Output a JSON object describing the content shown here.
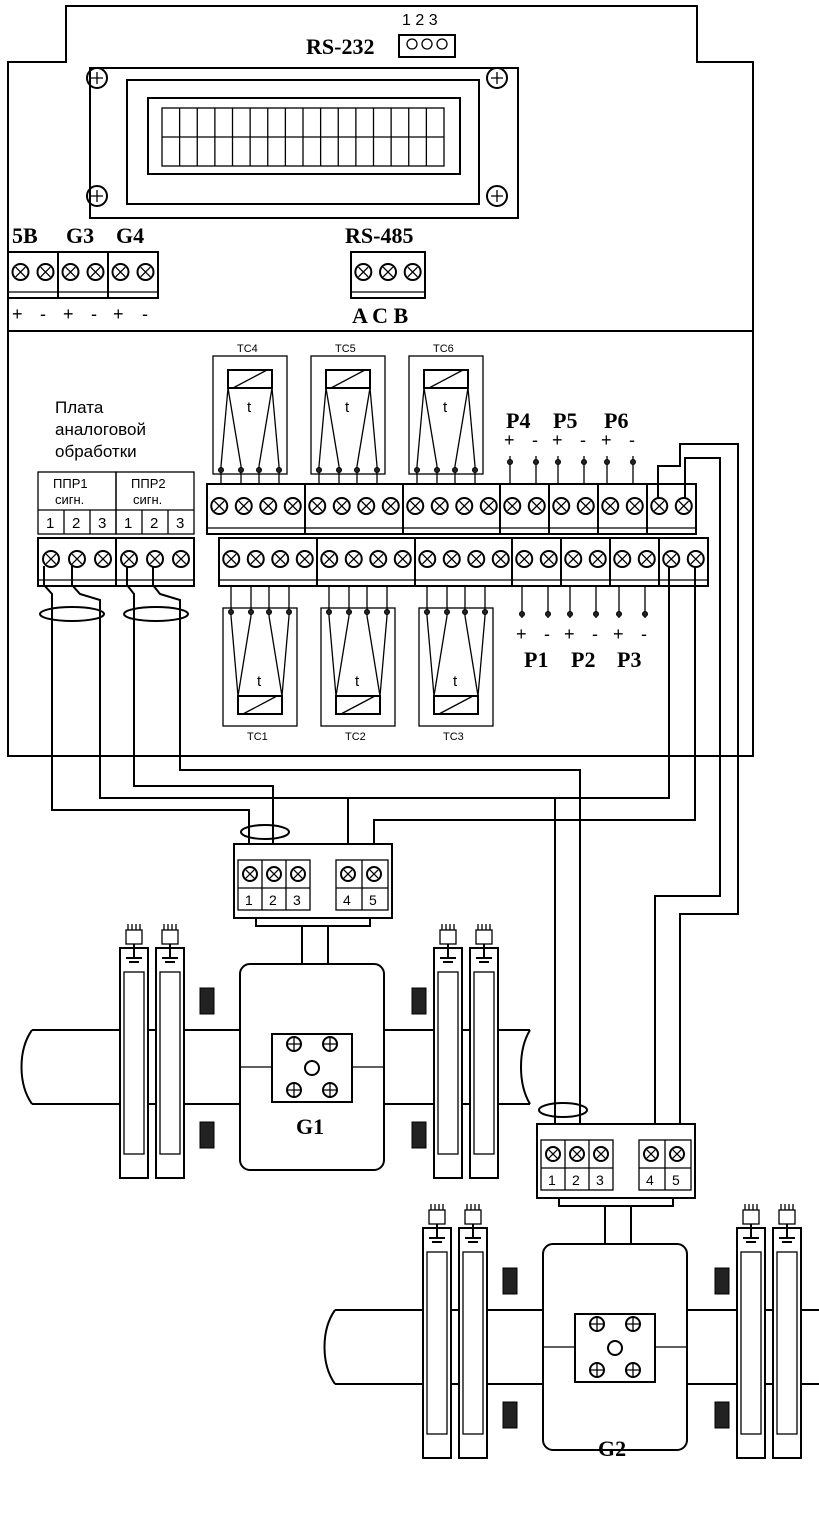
{
  "rs232": {
    "label": "RS-232",
    "pins": "1 2 3"
  },
  "power": {
    "labels": [
      "5B",
      "G3",
      "G4"
    ],
    "polarity": [
      "+",
      "-",
      "+",
      "-",
      "+",
      "-"
    ]
  },
  "rs485": {
    "label": "RS-485",
    "pins": "A C B"
  },
  "board": {
    "lines": [
      "Плата",
      "аналоговой",
      "обработки"
    ]
  },
  "ppr": [
    {
      "name": "ППР1",
      "sub": "сигн.",
      "pins": [
        "1",
        "2",
        "3"
      ]
    },
    {
      "name": "ППР2",
      "sub": "сигн.",
      "pins": [
        "1",
        "2",
        "3"
      ]
    }
  ],
  "sensors_top": [
    "TC4",
    "TC5",
    "TC6"
  ],
  "sensors_bottom": [
    "TC1",
    "TC2",
    "TC3"
  ],
  "sensor_symbol": "t",
  "pressure_top": [
    "P4",
    "P5",
    "P6"
  ],
  "pressure_bottom": [
    "P1",
    "P2",
    "P3"
  ],
  "sign_plus": "+",
  "sign_minus": "-",
  "flowmeters": [
    {
      "name": "G1",
      "pins": [
        "1",
        "2",
        "3",
        "4",
        "5"
      ]
    },
    {
      "name": "G2",
      "pins": [
        "1",
        "2",
        "3",
        "4",
        "5"
      ]
    }
  ]
}
